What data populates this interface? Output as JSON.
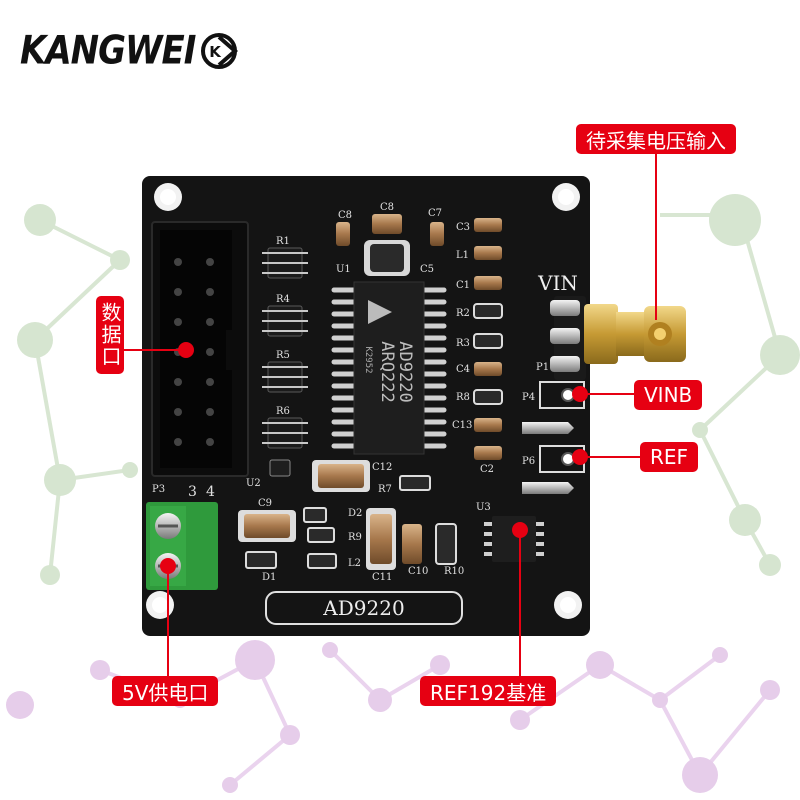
{
  "brand": {
    "name": "KANGWEI",
    "mark": "K"
  },
  "callouts": {
    "analog_input": "待采集电压输入",
    "data_port": "数据口",
    "vinb": "VINB",
    "ref": "REF",
    "power": "5V供电口",
    "ref_chip": "REF192基准"
  },
  "pcb": {
    "vin_label": "VIN",
    "board_name": "AD9220",
    "chip_line1": "AD9220",
    "chip_line2": "ARQ222",
    "chip_code": "K2952",
    "header_label": "P3",
    "pin3": "3",
    "pin4": "4",
    "p1": "P1",
    "p4": "P4",
    "p6": "P6",
    "u1": "U1",
    "u2": "U2",
    "u3": "U3",
    "d1": "D1",
    "d2": "D2",
    "refs": {
      "r1": "R1",
      "r4": "R4",
      "r5": "R5",
      "r6": "R6",
      "r7": "R7",
      "r9": "R9",
      "r10": "R10",
      "c8": "C8",
      "c7": "C7",
      "c5": "C5",
      "c9": "C9",
      "c10": "C10",
      "c11": "C11",
      "c12": "C12",
      "c13": "C13",
      "c1": "C1",
      "c2": "C2",
      "c3": "C3",
      "c4": "C4",
      "l1": "L1",
      "l2": "L2",
      "r2": "R2",
      "r3": "R3",
      "r8": "R8"
    }
  },
  "colors": {
    "callout_red": "#e60012",
    "pcb_black": "#111111",
    "terminal_green": "#2f9a3c",
    "gold": "#c9a13a",
    "network_green": "#cfe0c8",
    "network_purple": "#e2c9e6"
  }
}
